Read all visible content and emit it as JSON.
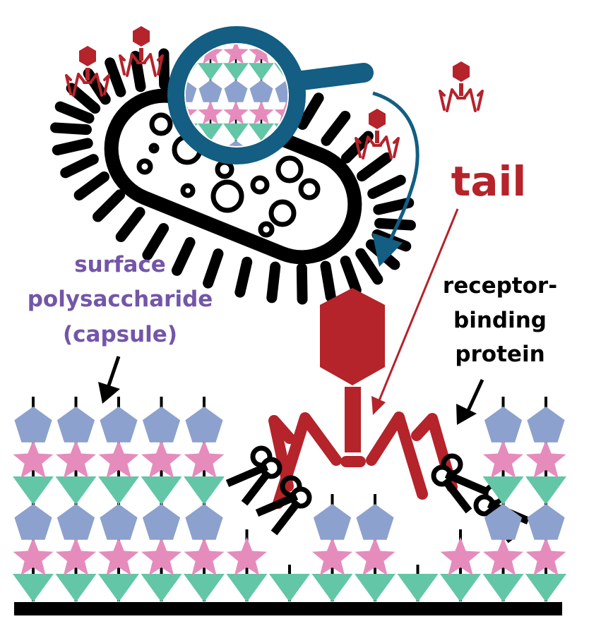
{
  "labels": {
    "tail": "tail",
    "surface_line1": "surface",
    "surface_line2": "polysaccharide",
    "surface_line3": "(capsule)",
    "rbp_line1": "receptor-",
    "rbp_line2": "binding",
    "rbp_line3": "protein"
  },
  "colors": {
    "phage": "#b5232b",
    "magnifier": "#135e82",
    "surface_label": "#7356a8",
    "pentagon": "#8ca1cd",
    "star": "#e58cbd",
    "triangle": "#63c6a6",
    "ink": "#000000"
  },
  "capsule_columns": [
    [
      "pentagon",
      "star",
      "triangle",
      "pentagon",
      "star",
      "triangle"
    ],
    [
      "pentagon",
      "star",
      "triangle",
      "pentagon",
      "star",
      "triangle"
    ],
    [
      "pentagon",
      "star",
      "triangle",
      "pentagon",
      "star",
      "triangle"
    ],
    [
      "pentagon",
      "star",
      "triangle",
      "pentagon",
      "star",
      "triangle"
    ],
    [
      "pentagon",
      "star",
      "triangle",
      "pentagon",
      "star",
      "triangle"
    ],
    [
      "star",
      "triangle"
    ],
    [
      "triangle"
    ],
    [
      "pentagon",
      "star",
      "triangle"
    ],
    [
      "pentagon",
      "star",
      "triangle"
    ],
    [
      "triangle"
    ],
    [
      "star",
      "triangle"
    ],
    [
      "pentagon",
      "star",
      "triangle",
      "pentagon",
      "star",
      "triangle"
    ],
    [
      "pentagon",
      "star",
      "triangle",
      "pentagon",
      "star",
      "triangle"
    ]
  ],
  "small_phages": 4,
  "scissors": 4
}
